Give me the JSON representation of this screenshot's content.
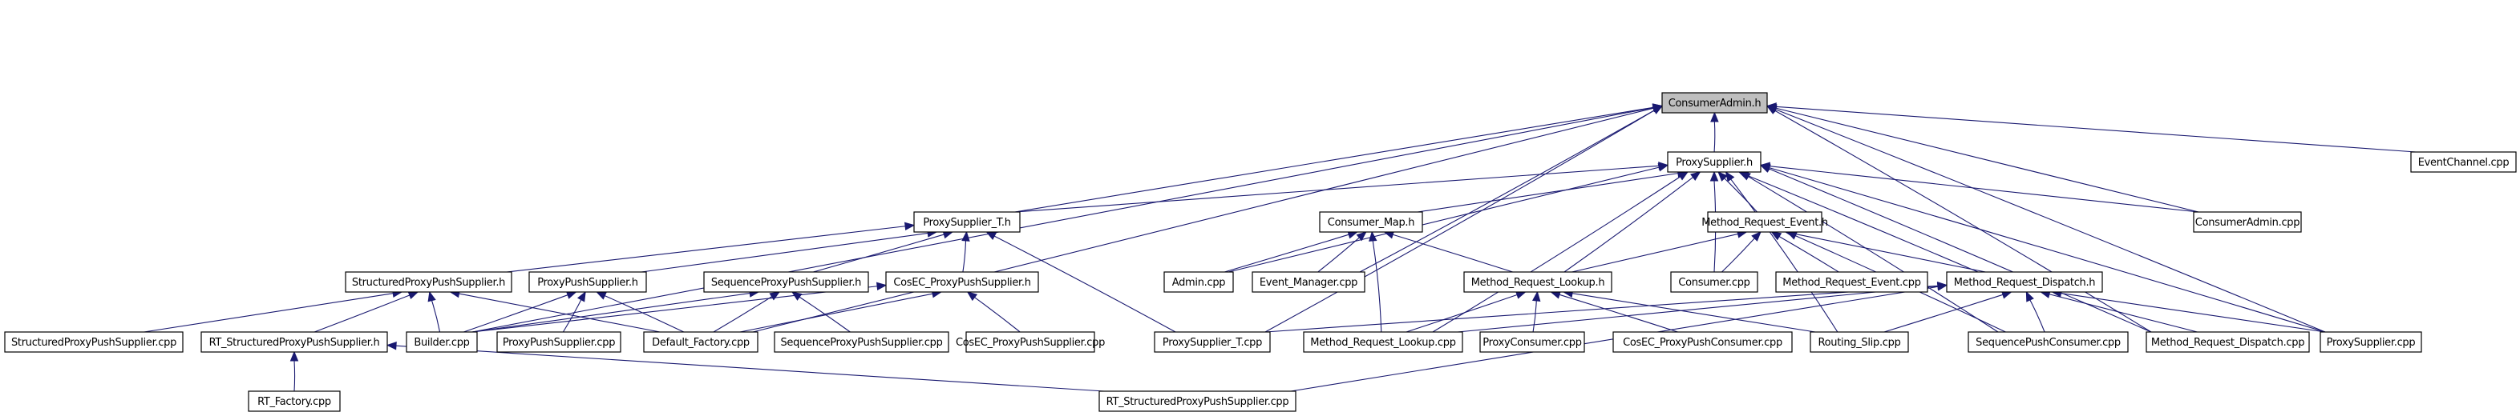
{
  "diagram": {
    "title": "ConsumerAdmin.h include dependency graph",
    "edge_color": "#191970",
    "root_fill": "#bfbfbf",
    "node_fill": "#ffffff",
    "nodes": [
      {
        "id": "ConsumerAdmin_h",
        "label": "ConsumerAdmin.h",
        "root": true
      },
      {
        "id": "ProxySupplier_h",
        "label": "ProxySupplier.h"
      },
      {
        "id": "EventChannel_cpp",
        "label": "EventChannel.cpp"
      },
      {
        "id": "ProxySupplier_T_h",
        "label": "ProxySupplier_T.h"
      },
      {
        "id": "Consumer_Map_h",
        "label": "Consumer_Map.h"
      },
      {
        "id": "Method_Request_Event_h",
        "label": "Method_Request_Event.h"
      },
      {
        "id": "ConsumerAdmin_cpp",
        "label": "ConsumerAdmin.cpp"
      },
      {
        "id": "StructuredProxyPushSupplier_h",
        "label": "StructuredProxyPushSupplier.h"
      },
      {
        "id": "ProxyPushSupplier_h",
        "label": "ProxyPushSupplier.h"
      },
      {
        "id": "SequenceProxyPushSupplier_h",
        "label": "SequenceProxyPushSupplier.h"
      },
      {
        "id": "CosEC_ProxyPushSupplier_h",
        "label": "CosEC_ProxyPushSupplier.h"
      },
      {
        "id": "Admin_cpp",
        "label": "Admin.cpp"
      },
      {
        "id": "Event_Manager_cpp",
        "label": "Event_Manager.cpp"
      },
      {
        "id": "Method_Request_Lookup_h",
        "label": "Method_Request_Lookup.h"
      },
      {
        "id": "Consumer_cpp",
        "label": "Consumer.cpp"
      },
      {
        "id": "Method_Request_Event_cpp",
        "label": "Method_Request_Event.cpp"
      },
      {
        "id": "Method_Request_Dispatch_h",
        "label": "Method_Request_Dispatch.h"
      },
      {
        "id": "StructuredProxyPushSupplier_cpp",
        "label": "StructuredProxyPushSupplier.cpp"
      },
      {
        "id": "RT_StructuredProxyPushSupplier_h",
        "label": "RT_StructuredProxyPushSupplier.h"
      },
      {
        "id": "Builder_cpp",
        "label": "Builder.cpp"
      },
      {
        "id": "ProxyPushSupplier_cpp",
        "label": "ProxyPushSupplier.cpp"
      },
      {
        "id": "Default_Factory_cpp",
        "label": "Default_Factory.cpp"
      },
      {
        "id": "SequenceProxyPushSupplier_cpp",
        "label": "SequenceProxyPushSupplier.cpp"
      },
      {
        "id": "CosEC_ProxyPushSupplier_cpp",
        "label": "CosEC_ProxyPushSupplier.cpp"
      },
      {
        "id": "ProxySupplier_T_cpp",
        "label": "ProxySupplier_T.cpp"
      },
      {
        "id": "Method_Request_Lookup_cpp",
        "label": "Method_Request_Lookup.cpp"
      },
      {
        "id": "ProxyConsumer_cpp",
        "label": "ProxyConsumer.cpp"
      },
      {
        "id": "CosEC_ProxyPushConsumer_cpp",
        "label": "CosEC_ProxyPushConsumer.cpp"
      },
      {
        "id": "Routing_Slip_cpp",
        "label": "Routing_Slip.cpp"
      },
      {
        "id": "SequencePushConsumer_cpp",
        "label": "SequencePushConsumer.cpp"
      },
      {
        "id": "Method_Request_Dispatch_cpp",
        "label": "Method_Request_Dispatch.cpp"
      },
      {
        "id": "ProxySupplier_cpp",
        "label": "ProxySupplier.cpp"
      },
      {
        "id": "RT_Factory_cpp",
        "label": "RT_Factory.cpp"
      },
      {
        "id": "RT_StructuredProxyPushSupplier_cpp",
        "label": "RT_StructuredProxyPushSupplier.cpp"
      }
    ],
    "edges": [
      [
        "ProxySupplier_h",
        "ConsumerAdmin_h"
      ],
      [
        "EventChannel_cpp",
        "ConsumerAdmin_h"
      ],
      [
        "ConsumerAdmin_cpp",
        "ConsumerAdmin_h"
      ],
      [
        "ProxySupplier_T_h",
        "ConsumerAdmin_h"
      ],
      [
        "Builder_cpp",
        "ConsumerAdmin_h"
      ],
      [
        "Default_Factory_cpp",
        "ConsumerAdmin_h"
      ],
      [
        "ProxySupplier_T_cpp",
        "ConsumerAdmin_h"
      ],
      [
        "Event_Manager_cpp",
        "ConsumerAdmin_h"
      ],
      [
        "Method_Request_Dispatch_cpp",
        "ConsumerAdmin_h"
      ],
      [
        "ProxySupplier_cpp",
        "ConsumerAdmin_h"
      ],
      [
        "ProxySupplier_T_h",
        "ProxySupplier_h"
      ],
      [
        "Consumer_Map_h",
        "ProxySupplier_h"
      ],
      [
        "Method_Request_Event_h",
        "ProxySupplier_h"
      ],
      [
        "ConsumerAdmin_cpp",
        "ProxySupplier_h"
      ],
      [
        "Admin_cpp",
        "ProxySupplier_h"
      ],
      [
        "Method_Request_Lookup_h",
        "ProxySupplier_h"
      ],
      [
        "Consumer_cpp",
        "ProxySupplier_h"
      ],
      [
        "Method_Request_Dispatch_h",
        "ProxySupplier_h"
      ],
      [
        "Method_Request_Lookup_cpp",
        "ProxySupplier_h"
      ],
      [
        "Routing_Slip_cpp",
        "ProxySupplier_h"
      ],
      [
        "SequencePushConsumer_cpp",
        "ProxySupplier_h"
      ],
      [
        "Method_Request_Dispatch_cpp",
        "ProxySupplier_h"
      ],
      [
        "ProxySupplier_cpp",
        "ProxySupplier_h"
      ],
      [
        "StructuredProxyPushSupplier_h",
        "ProxySupplier_T_h"
      ],
      [
        "ProxyPushSupplier_h",
        "ProxySupplier_T_h"
      ],
      [
        "SequenceProxyPushSupplier_h",
        "ProxySupplier_T_h"
      ],
      [
        "CosEC_ProxyPushSupplier_h",
        "ProxySupplier_T_h"
      ],
      [
        "ProxySupplier_T_cpp",
        "ProxySupplier_T_h"
      ],
      [
        "Admin_cpp",
        "Consumer_Map_h"
      ],
      [
        "Event_Manager_cpp",
        "Consumer_Map_h"
      ],
      [
        "Method_Request_Lookup_h",
        "Consumer_Map_h"
      ],
      [
        "Method_Request_Lookup_cpp",
        "Consumer_Map_h"
      ],
      [
        "Method_Request_Lookup_h",
        "Method_Request_Event_h"
      ],
      [
        "Consumer_cpp",
        "Method_Request_Event_h"
      ],
      [
        "Method_Request_Event_cpp",
        "Method_Request_Event_h"
      ],
      [
        "Method_Request_Dispatch_h",
        "Method_Request_Event_h"
      ],
      [
        "SequencePushConsumer_cpp",
        "Method_Request_Event_h"
      ],
      [
        "StructuredProxyPushSupplier_cpp",
        "StructuredProxyPushSupplier_h"
      ],
      [
        "RT_StructuredProxyPushSupplier_h",
        "StructuredProxyPushSupplier_h"
      ],
      [
        "Builder_cpp",
        "StructuredProxyPushSupplier_h"
      ],
      [
        "Default_Factory_cpp",
        "StructuredProxyPushSupplier_h"
      ],
      [
        "Builder_cpp",
        "ProxyPushSupplier_h"
      ],
      [
        "ProxyPushSupplier_cpp",
        "ProxyPushSupplier_h"
      ],
      [
        "Default_Factory_cpp",
        "ProxyPushSupplier_h"
      ],
      [
        "Builder_cpp",
        "SequenceProxyPushSupplier_h"
      ],
      [
        "Default_Factory_cpp",
        "SequenceProxyPushSupplier_h"
      ],
      [
        "SequenceProxyPushSupplier_cpp",
        "SequenceProxyPushSupplier_h"
      ],
      [
        "Builder_cpp",
        "CosEC_ProxyPushSupplier_h"
      ],
      [
        "Default_Factory_cpp",
        "CosEC_ProxyPushSupplier_h"
      ],
      [
        "CosEC_ProxyPushSupplier_cpp",
        "CosEC_ProxyPushSupplier_h"
      ],
      [
        "Method_Request_Lookup_cpp",
        "Method_Request_Lookup_h"
      ],
      [
        "ProxyConsumer_cpp",
        "Method_Request_Lookup_h"
      ],
      [
        "CosEC_ProxyPushConsumer_cpp",
        "Method_Request_Lookup_h"
      ],
      [
        "Routing_Slip_cpp",
        "Method_Request_Lookup_h"
      ],
      [
        "ProxySupplier_T_cpp",
        "Method_Request_Dispatch_h"
      ],
      [
        "Method_Request_Lookup_cpp",
        "Method_Request_Dispatch_h"
      ],
      [
        "Routing_Slip_cpp",
        "Method_Request_Dispatch_h"
      ],
      [
        "RT_StructuredProxyPushSupplier_cpp",
        "Method_Request_Dispatch_h"
      ],
      [
        "SequencePushConsumer_cpp",
        "Method_Request_Dispatch_h"
      ],
      [
        "Method_Request_Dispatch_cpp",
        "Method_Request_Dispatch_h"
      ],
      [
        "ProxySupplier_cpp",
        "Method_Request_Dispatch_h"
      ],
      [
        "RT_Factory_cpp",
        "RT_StructuredProxyPushSupplier_h"
      ],
      [
        "RT_StructuredProxyPushSupplier_cpp",
        "RT_StructuredProxyPushSupplier_h"
      ]
    ]
  }
}
